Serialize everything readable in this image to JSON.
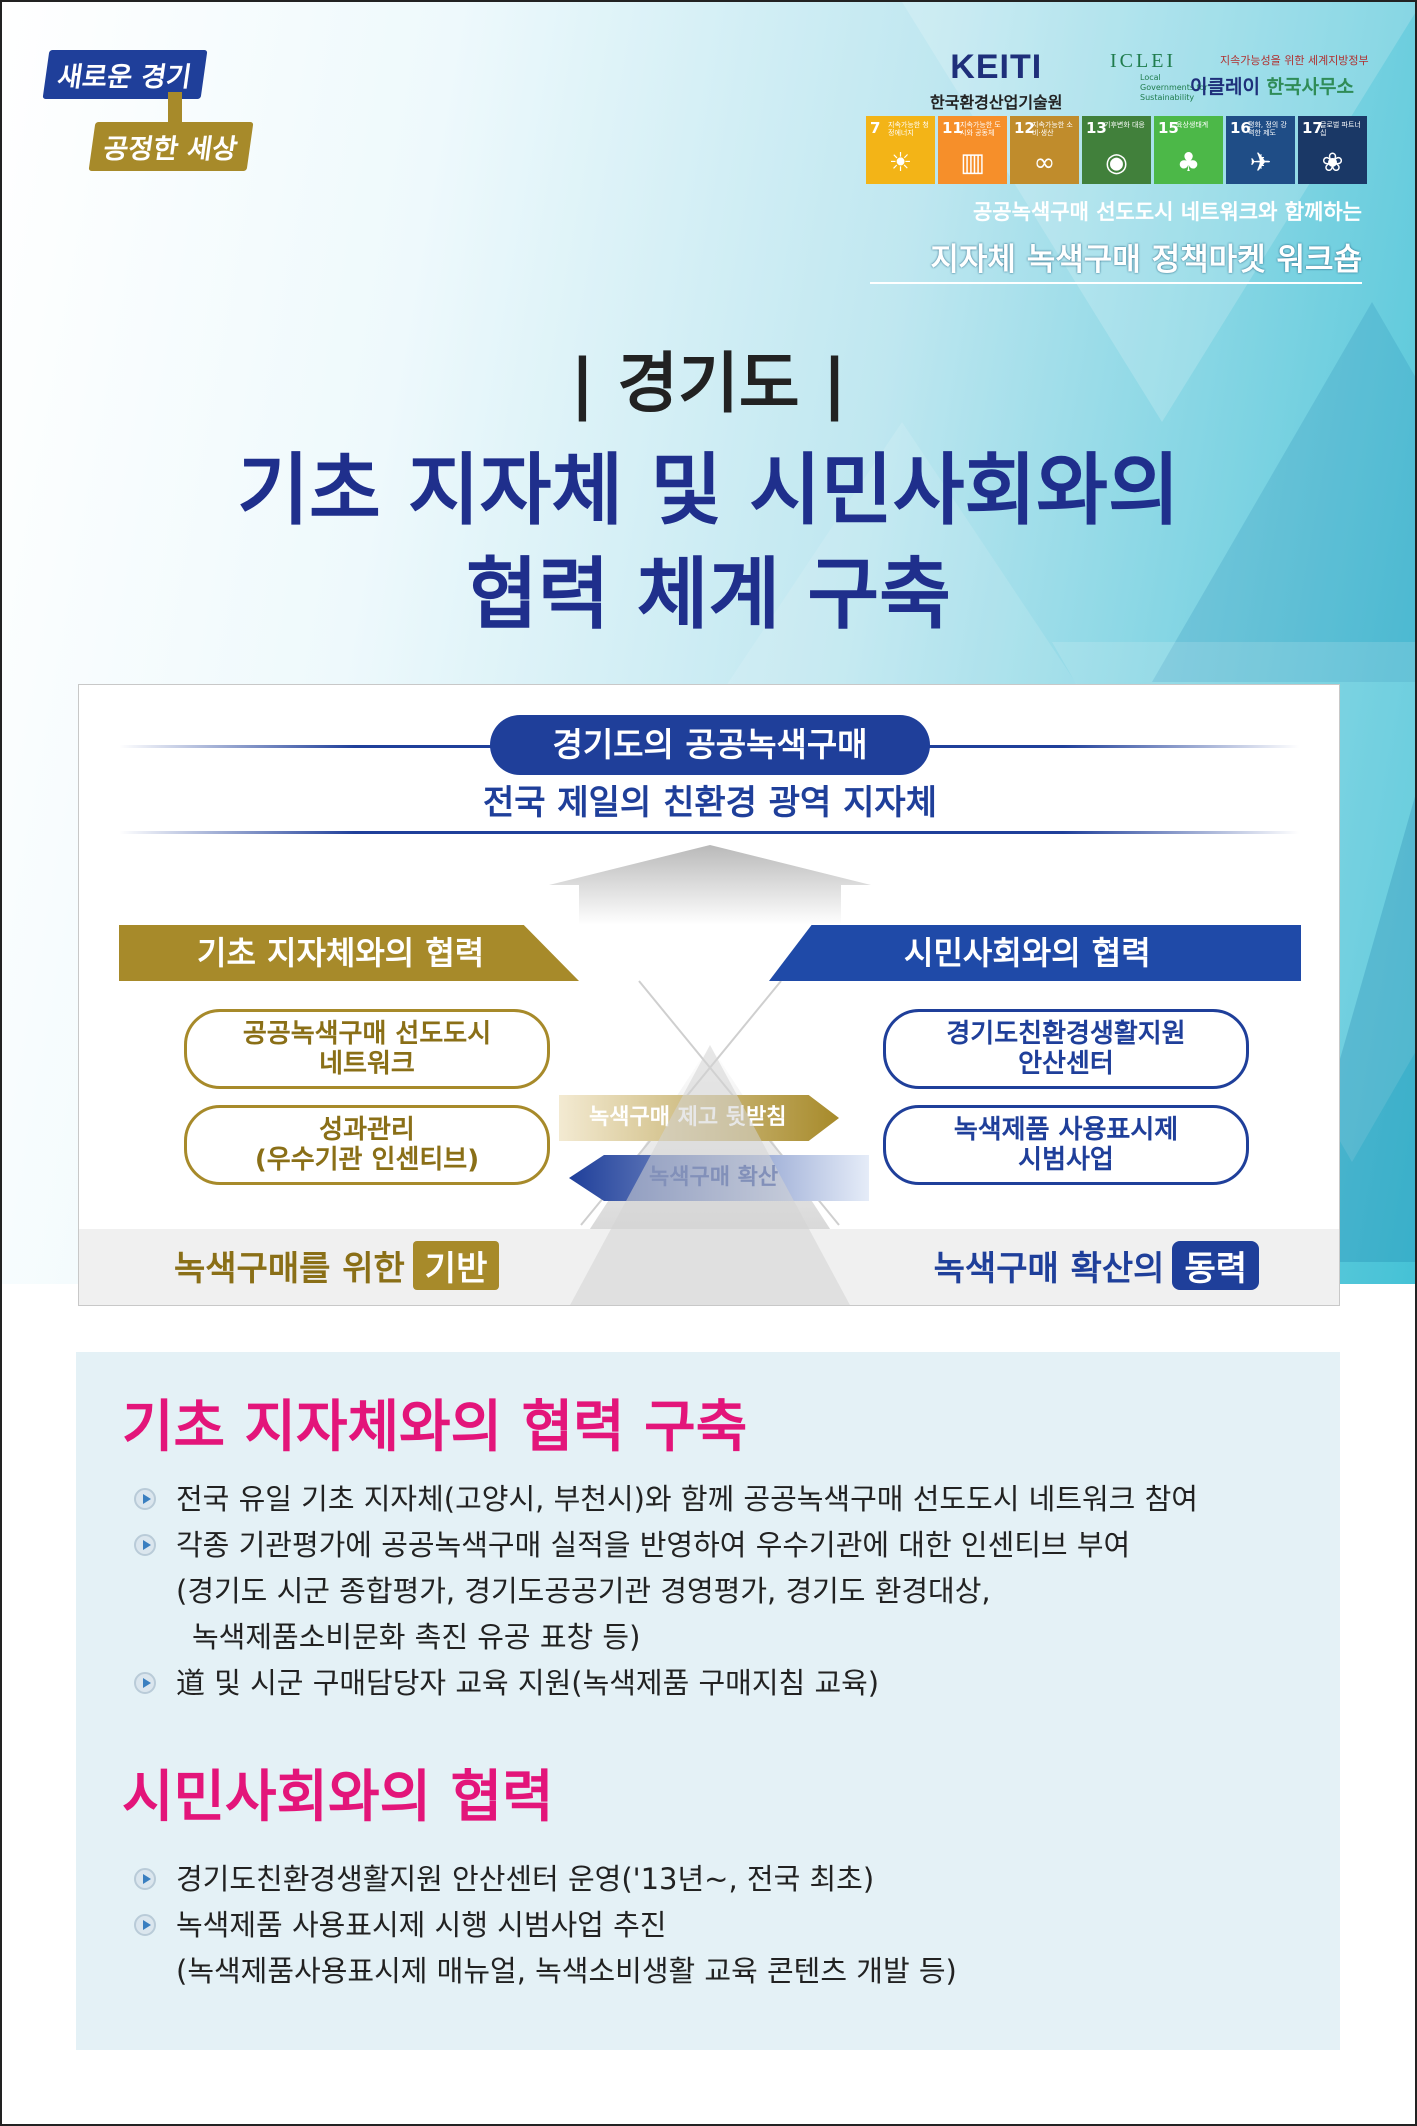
{
  "slogan": {
    "line1": "새로운 경기",
    "line2": "공정한 세상"
  },
  "logos": {
    "keiti_mark": "KEITI",
    "keiti_name": "한국환경산업기술원",
    "iclei_mark": "ICLEI",
    "iclei_sub": "Local Governments for Sustainability",
    "iclei_small": "지속가능성을 위한 세계지방정부",
    "iclei_kor_a": "이클레이",
    "iclei_kor_b": "한국사무소"
  },
  "sdgs": [
    {
      "num": "7",
      "label": "지속가능한 청정에너지",
      "color": "#f3b417",
      "icon": "sun-icon"
    },
    {
      "num": "11",
      "label": "지속가능한 도시와 공동체",
      "color": "#f68f2a",
      "icon": "city-icon"
    },
    {
      "num": "12",
      "label": "지속가능한 소비·생산",
      "color": "#c08c2c",
      "icon": "infinity-icon"
    },
    {
      "num": "13",
      "label": "기후변화 대응",
      "color": "#41803b",
      "icon": "eye-earth-icon"
    },
    {
      "num": "15",
      "label": "육상생태계",
      "color": "#4cb848",
      "icon": "tree-icon"
    },
    {
      "num": "16",
      "label": "평화, 정의 강력한 제도",
      "color": "#1f4d86",
      "icon": "dove-icon"
    },
    {
      "num": "17",
      "label": "글로벌 파트너십",
      "color": "#1a3866",
      "icon": "rings-icon"
    }
  ],
  "tagline": {
    "sub": "공공녹색구매 선도도시 네트워크와 함께하는",
    "main": "지자체 녹색구매 정책마켓 워크숍"
  },
  "title": {
    "region": "| 경기도 |",
    "line1": "기초 지자체 및 시민사회와의",
    "line2": "협력 체계 구축"
  },
  "diagram": {
    "pill": "경기도의 공공녹색구매",
    "subtitle": "전국 제일의 친환경 광역 지자체",
    "left_head": "기초 지자체와의 협력",
    "right_head": "시민사회와의 협력",
    "left_box1_l1": "공공녹색구매 선도도시",
    "left_box1_l2": "네트워크",
    "left_box2_l1": "성과관리",
    "left_box2_l2": "(우수기관 인센티브)",
    "right_box1_l1": "경기도친환경생활지원",
    "right_box1_l2": "안산센터",
    "right_box2_l1": "녹색제품 사용표시제",
    "right_box2_l2": "시범사업",
    "arrow_right": "녹색구매 제고 뒷받침",
    "arrow_left": "녹색구매 확산",
    "base_left": "녹색구매를 위한",
    "base_left_tag": "기반",
    "base_right": "녹색구매 확산의",
    "base_right_tag": "동력"
  },
  "section1": {
    "title": "기초 지자체와의 협력 구축",
    "b1": "전국 유일 기초 지자체(고양시, 부천시)와 함께 공공녹색구매 선도도시 네트워크 참여",
    "b2": "각종 기관평가에 공공녹색구매 실적을 반영하여 우수기관에 대한 인센티브 부여",
    "b2_cont1": "(경기도 시군 종합평가, 경기도공공기관 경영평가, 경기도 환경대상,",
    "b2_cont2": "녹색제품소비문화 촉진 유공 표창 등)",
    "b3": "道 및 시군 구매담당자 교육 지원(녹색제품 구매지침 교육)"
  },
  "section2": {
    "title": "시민사회와의 협력",
    "b1": "경기도친환경생활지원 안산센터 운영('13년~, 전국 최초)",
    "b2": "녹색제품 사용표시제 시행 시범사업 추진",
    "b2_cont": "(녹색제품사용표시제 매뉴얼, 녹색소비생활 교육 콘텐츠 개발 등)"
  }
}
